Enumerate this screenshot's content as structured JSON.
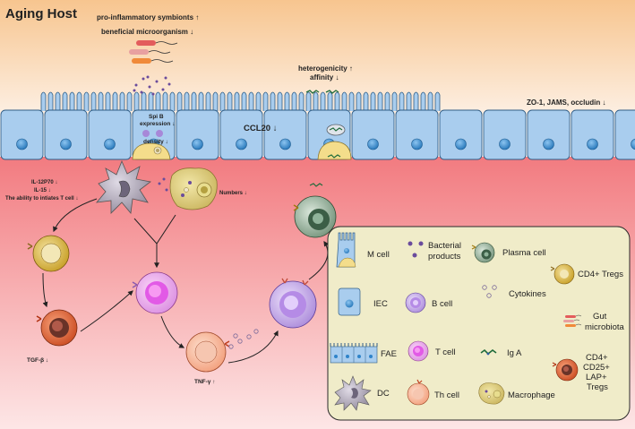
{
  "title": "Aging Host",
  "top_notes": {
    "symbionts": "pro-inflammatory symbionts ↑",
    "beneficial": "beneficial microorganism ↓",
    "heterogenicity": "heterogenicity ↑",
    "affinity": "affinity ↓",
    "junctions": "ZO-1, JAMS, occludin ↓",
    "spib": "Spi B",
    "expression": "expression ↓",
    "density": "density ↓",
    "ccl20": "CCL20 ↓"
  },
  "lamina_notes": {
    "il12": "IL-12P70 ↓",
    "il15": "IL-15 ↓",
    "tcell_init": "The ability to intiates T cell ↓",
    "numbers": "Numbers ↓",
    "tgfb": "TGF-β ↓",
    "tnfg": "TNF-γ ↑"
  },
  "legend": {
    "mcell": "M cell",
    "bacterial": "Bacterial",
    "products": "products",
    "plasma": "Plasma cell",
    "cd4tregs": "CD4+ Tregs",
    "iec": "IEC",
    "bcell": "B cell",
    "cytokines": "Cytokines",
    "gut": "Gut",
    "microbiota": "microbiota",
    "fae": "FAE",
    "tcell": "T cell",
    "iga": "Ig A",
    "cd4": "CD4+",
    "cd25": "CD25+",
    "lap": "LAP+",
    "tregs": "Tregs",
    "dc": "DC",
    "thcell": "Th cell",
    "macrophage": "Macrophage"
  },
  "colors": {
    "lumen_top": "#f7c58f",
    "lumen_bottom": "#fdf0e4",
    "tissue_top": "#f27b80",
    "tissue_bottom": "#fde6e6",
    "epithelium": "#a9cdee",
    "nucleus": "#2f84c9",
    "legend_bg": "#f0ecc9"
  }
}
